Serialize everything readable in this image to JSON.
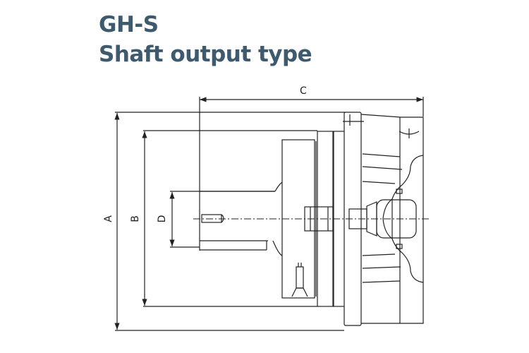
{
  "title": {
    "model": "GH-S",
    "subtitle": "Shaft output type"
  },
  "dimensions": {
    "a": "A",
    "b": "B",
    "c": "C",
    "d": "D"
  },
  "colors": {
    "title": "#3d5a6e",
    "line": "#222222"
  }
}
